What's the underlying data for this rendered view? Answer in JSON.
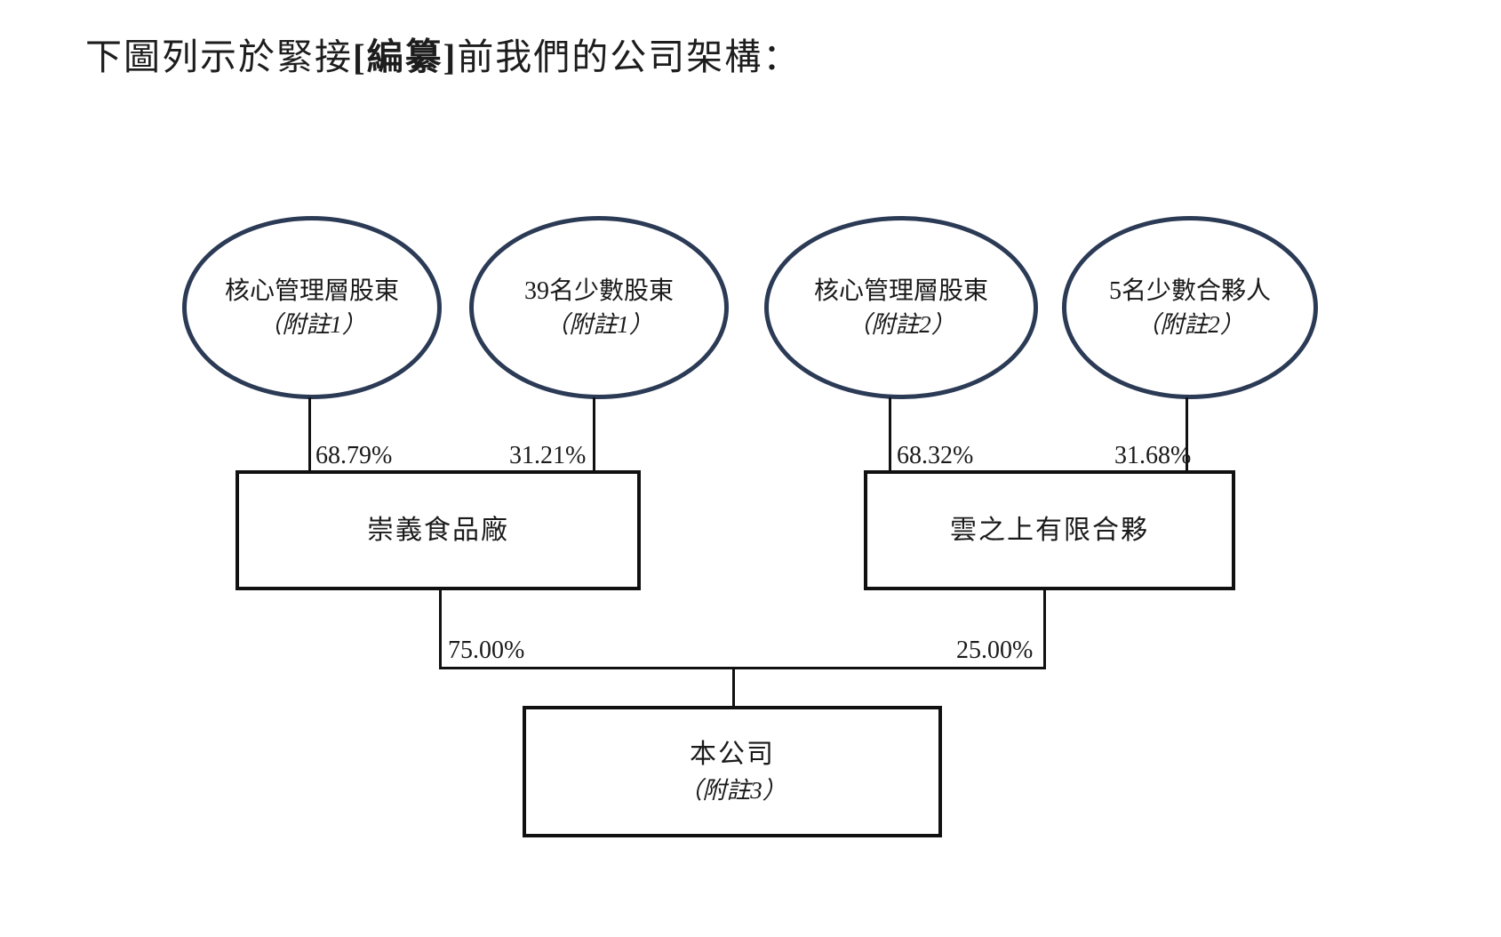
{
  "page": {
    "title_prefix": "下圖列示於緊接",
    "title_bracket": "[編纂]",
    "title_suffix": "前我們的公司架構："
  },
  "chart_data": {
    "type": "diagram",
    "subtype": "organizational-ownership-structure",
    "title": "下圖列示於緊接[編纂]前我們的公司架構：",
    "nodes": [
      {
        "id": "n1",
        "shape": "ellipse",
        "label": "核心管理層股東",
        "note": "（附註1）"
      },
      {
        "id": "n2",
        "shape": "ellipse",
        "label": "39名少數股東",
        "note": "（附註1）"
      },
      {
        "id": "n3",
        "shape": "ellipse",
        "label": "核心管理層股東",
        "note": "（附註2）"
      },
      {
        "id": "n4",
        "shape": "ellipse",
        "label": "5名少數合夥人",
        "note": "（附註2）"
      },
      {
        "id": "b1",
        "shape": "rect",
        "label": "崇義食品廠",
        "note": ""
      },
      {
        "id": "b2",
        "shape": "rect",
        "label": "雲之上有限合夥",
        "note": ""
      },
      {
        "id": "b3",
        "shape": "rect",
        "label": "本公司",
        "note": "（附註3）"
      }
    ],
    "edges": [
      {
        "from": "n1",
        "to": "b1",
        "label": "68.79%"
      },
      {
        "from": "n2",
        "to": "b1",
        "label": "31.21%"
      },
      {
        "from": "n3",
        "to": "b2",
        "label": "68.32%"
      },
      {
        "from": "n4",
        "to": "b2",
        "label": "31.68%"
      },
      {
        "from": "b1",
        "to": "b3",
        "label": "75.00%"
      },
      {
        "from": "b2",
        "to": "b3",
        "label": "25.00%"
      }
    ],
    "colors": {
      "ellipse_stroke": "#2b3a55",
      "box_stroke": "#111111",
      "connector": "#111111",
      "text": "#1a1a1a",
      "background": "#ffffff"
    }
  },
  "ellipses": [
    {
      "label": "核心管理層股東",
      "note": "（附註1）"
    },
    {
      "label": "39名少數股東",
      "note": "（附註1）"
    },
    {
      "label": "核心管理層股東",
      "note": "（附註2）"
    },
    {
      "label": "5名少數合夥人",
      "note": "（附註2）"
    }
  ],
  "boxes": [
    {
      "label": "崇義食品廠",
      "note": ""
    },
    {
      "label": "雲之上有限合夥",
      "note": ""
    },
    {
      "label": "本公司",
      "note": "（附註3）"
    }
  ],
  "percentages": {
    "p1": "68.79%",
    "p2": "31.21%",
    "p3": "68.32%",
    "p4": "31.68%",
    "p5": "75.00%",
    "p6": "25.00%"
  }
}
